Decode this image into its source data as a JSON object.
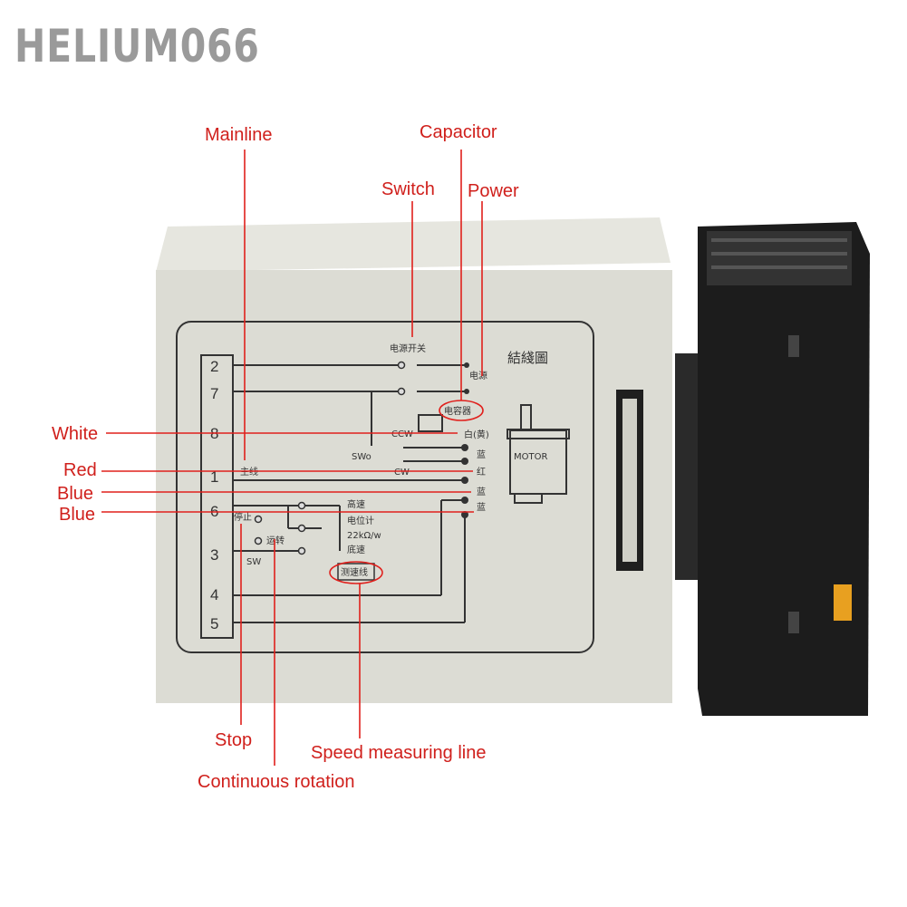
{
  "watermark": "HELIUM066",
  "annotations": {
    "mainline": "Mainline",
    "capacitor": "Capacitor",
    "switch": "Switch",
    "power": "Power",
    "white": "White",
    "red": "Red",
    "blue1": "Blue",
    "blue2": "Blue",
    "stop": "Stop",
    "speed_line": "Speed measuring line",
    "continuous": "Continuous rotation"
  },
  "panel": {
    "title": "結綫圖",
    "pins": [
      "2",
      "7",
      "8",
      "1",
      "6",
      "3",
      "4",
      "5"
    ],
    "power_switch": "电源开关",
    "power": "电源",
    "capacitor": "电容器",
    "ccw": "CCW",
    "cw": "CW",
    "swo": "SWo",
    "white_yellow": "白(黄)",
    "blue": "蓝",
    "red": "红",
    "motor": "MOTOR",
    "mainline": "主线",
    "high_speed": "高速",
    "potentiometer": "电位计",
    "pot_value": "22kΩ/w",
    "low_speed": "底速",
    "stop": "停止",
    "run": "运转",
    "sw": "SW",
    "speed_line": "测速线"
  }
}
